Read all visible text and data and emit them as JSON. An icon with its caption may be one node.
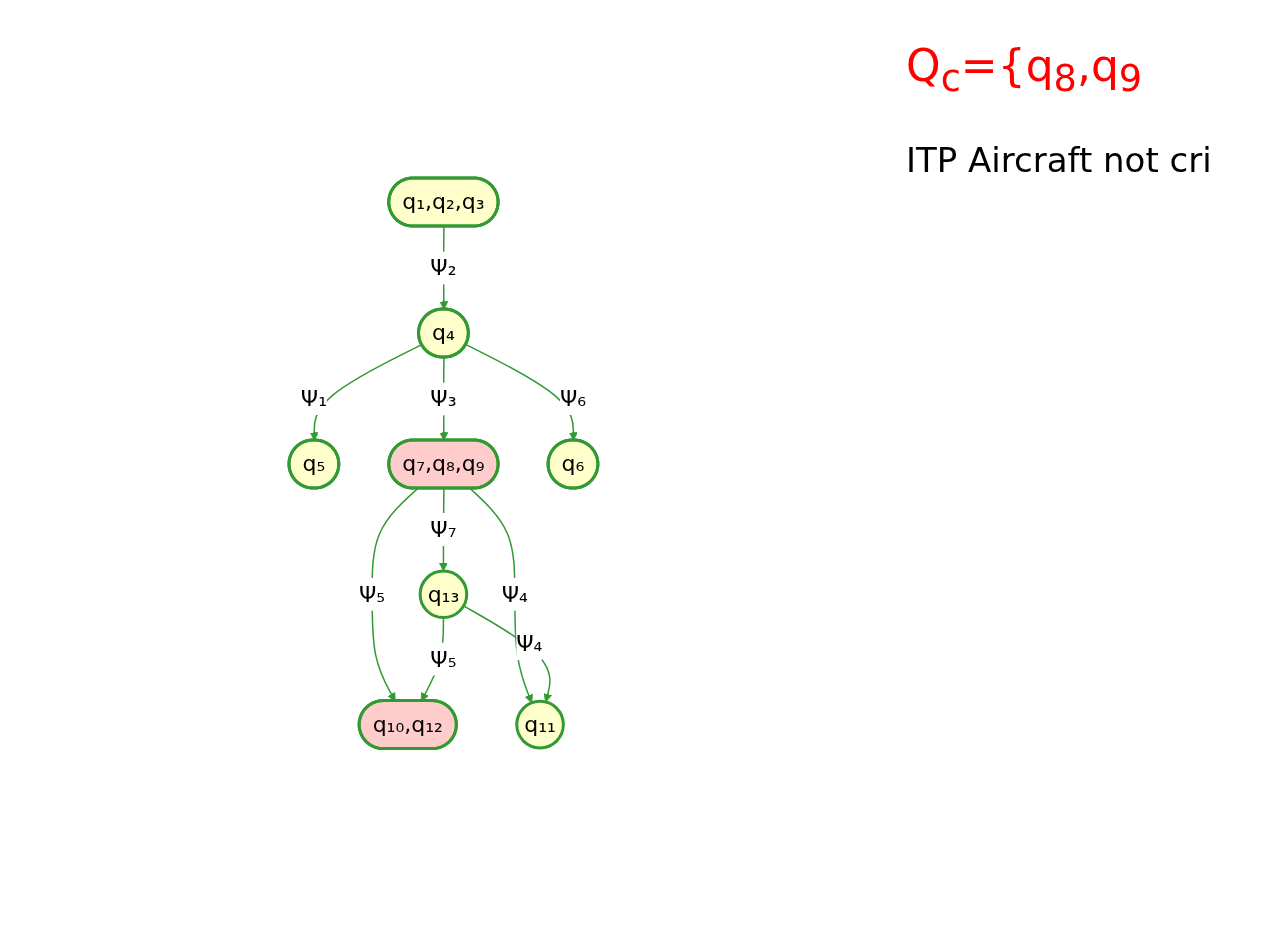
{
  "diagram": {
    "nodes": [
      {
        "text": [
          "q₁,q₂,q₃"
        ]
      },
      {
        "text": [
          "q₅"
        ]
      },
      {
        "text": [
          "q₄"
        ]
      },
      {
        "text": [
          "q₁₀,q₁₂"
        ]
      },
      {
        "text": [
          "q₇,q₈,q₉"
        ]
      },
      {
        "text": [
          "q₆"
        ]
      },
      {
        "text": [
          "q₁₁"
        ]
      },
      {
        "text": [
          "q₁₃"
        ]
      }
    ],
    "edges": [
      {
        "from": 0,
        "to": 2,
        "arrow": "to",
        "label": "Ψ₂"
      },
      {
        "from": 2,
        "to": 1,
        "arrow": "to",
        "label": "Ψ₁"
      },
      {
        "from": 2,
        "to": 5,
        "arrow": "to",
        "label": "Ψ₆"
      },
      {
        "from": 2,
        "to": 4,
        "arrow": "to",
        "label": "Ψ₃"
      },
      {
        "from": 4,
        "to": 3,
        "arrow": "to",
        "label": "Ψ₅"
      },
      {
        "from": 4,
        "to": 6,
        "arrow": "to",
        "label": "Ψ₄"
      },
      {
        "from": 4,
        "to": 7,
        "arrow": "to",
        "label": "Ψ₇"
      },
      {
        "from": 7,
        "to": 3,
        "arrow": "to",
        "label": "Ψ₅"
      },
      {
        "from": 7,
        "to": 6,
        "arrow": "to",
        "label": "Ψ₄"
      }
    ],
    "labels": [
      "Q$_{c}$={q$_{8}$,q$_{9}$",
      "ITP Aircraft not cri"
    ]
  }
}
